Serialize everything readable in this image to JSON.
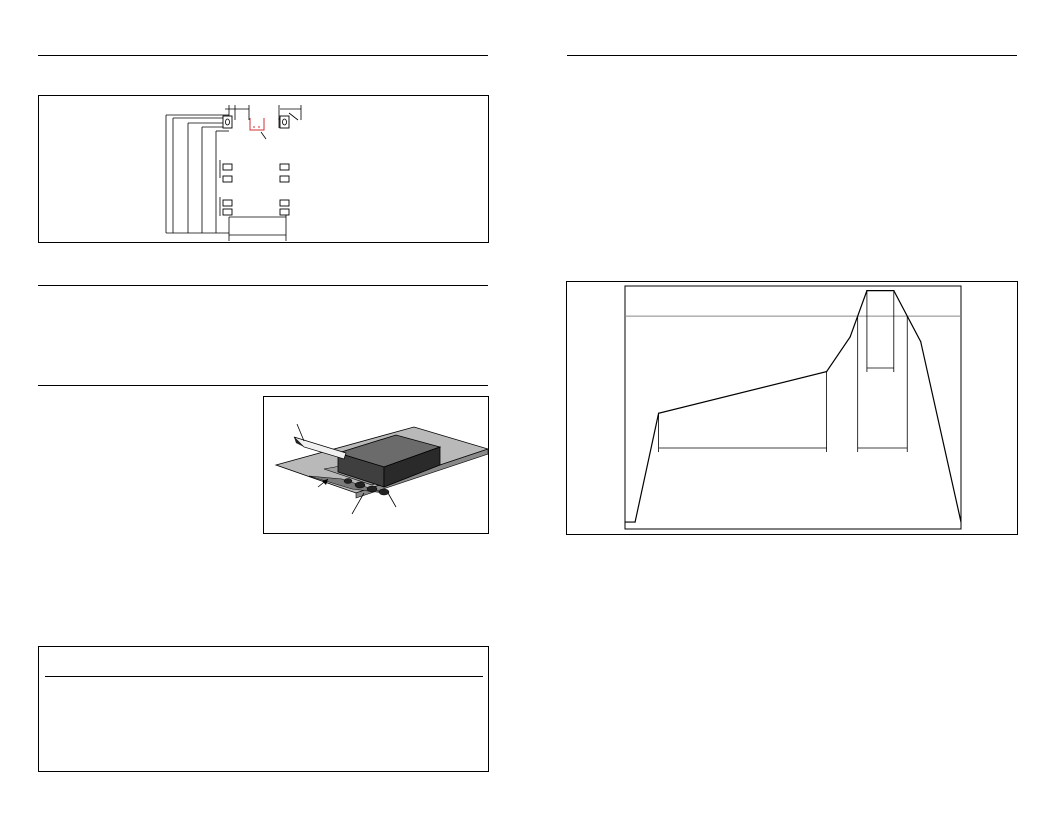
{
  "page": {
    "background": "#ffffff",
    "line_color": "#000000",
    "accent_color": "#d03030"
  },
  "figures": {
    "land_pattern": {
      "description_hidden": true
    },
    "bga_package": {
      "description_hidden": true
    },
    "profile_chart": {
      "description_hidden": true
    }
  },
  "chart_data": {
    "type": "line",
    "title": "",
    "xlabel": "",
    "ylabel": "",
    "x": [
      0,
      3,
      10,
      60,
      67,
      72,
      80,
      88,
      100
    ],
    "series": [
      {
        "values": [
          0,
          0,
          47,
          65,
          80,
          100,
          100,
          78,
          0
        ]
      }
    ],
    "reference_lines": [
      {
        "y": 89
      }
    ],
    "xlim": [
      0,
      100
    ],
    "ylim": [
      -3,
      102
    ],
    "grid": false
  }
}
